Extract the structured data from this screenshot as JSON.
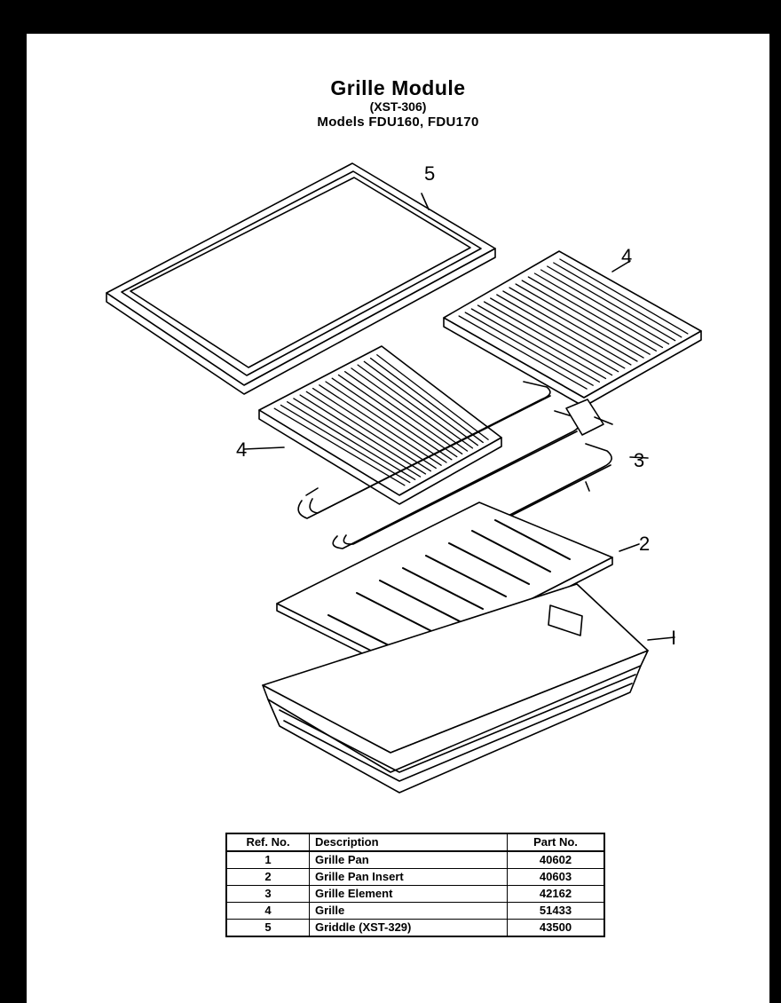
{
  "title": "Grille Module",
  "subtitle": "(XST-306)",
  "models": "Models FDU160, FDU170",
  "callouts": [
    "5",
    "4",
    "4",
    "3",
    "2",
    "I"
  ],
  "table": {
    "headers": [
      "Ref. No.",
      "Description",
      "Part No."
    ],
    "rows": [
      [
        "1",
        "Grille Pan",
        "40602"
      ],
      [
        "2",
        "Grille Pan Insert",
        "40603"
      ],
      [
        "3",
        "Grille Element",
        "42162"
      ],
      [
        "4",
        "Grille",
        "51433"
      ],
      [
        "5",
        "Griddle (XST-329)",
        "43500"
      ]
    ]
  }
}
